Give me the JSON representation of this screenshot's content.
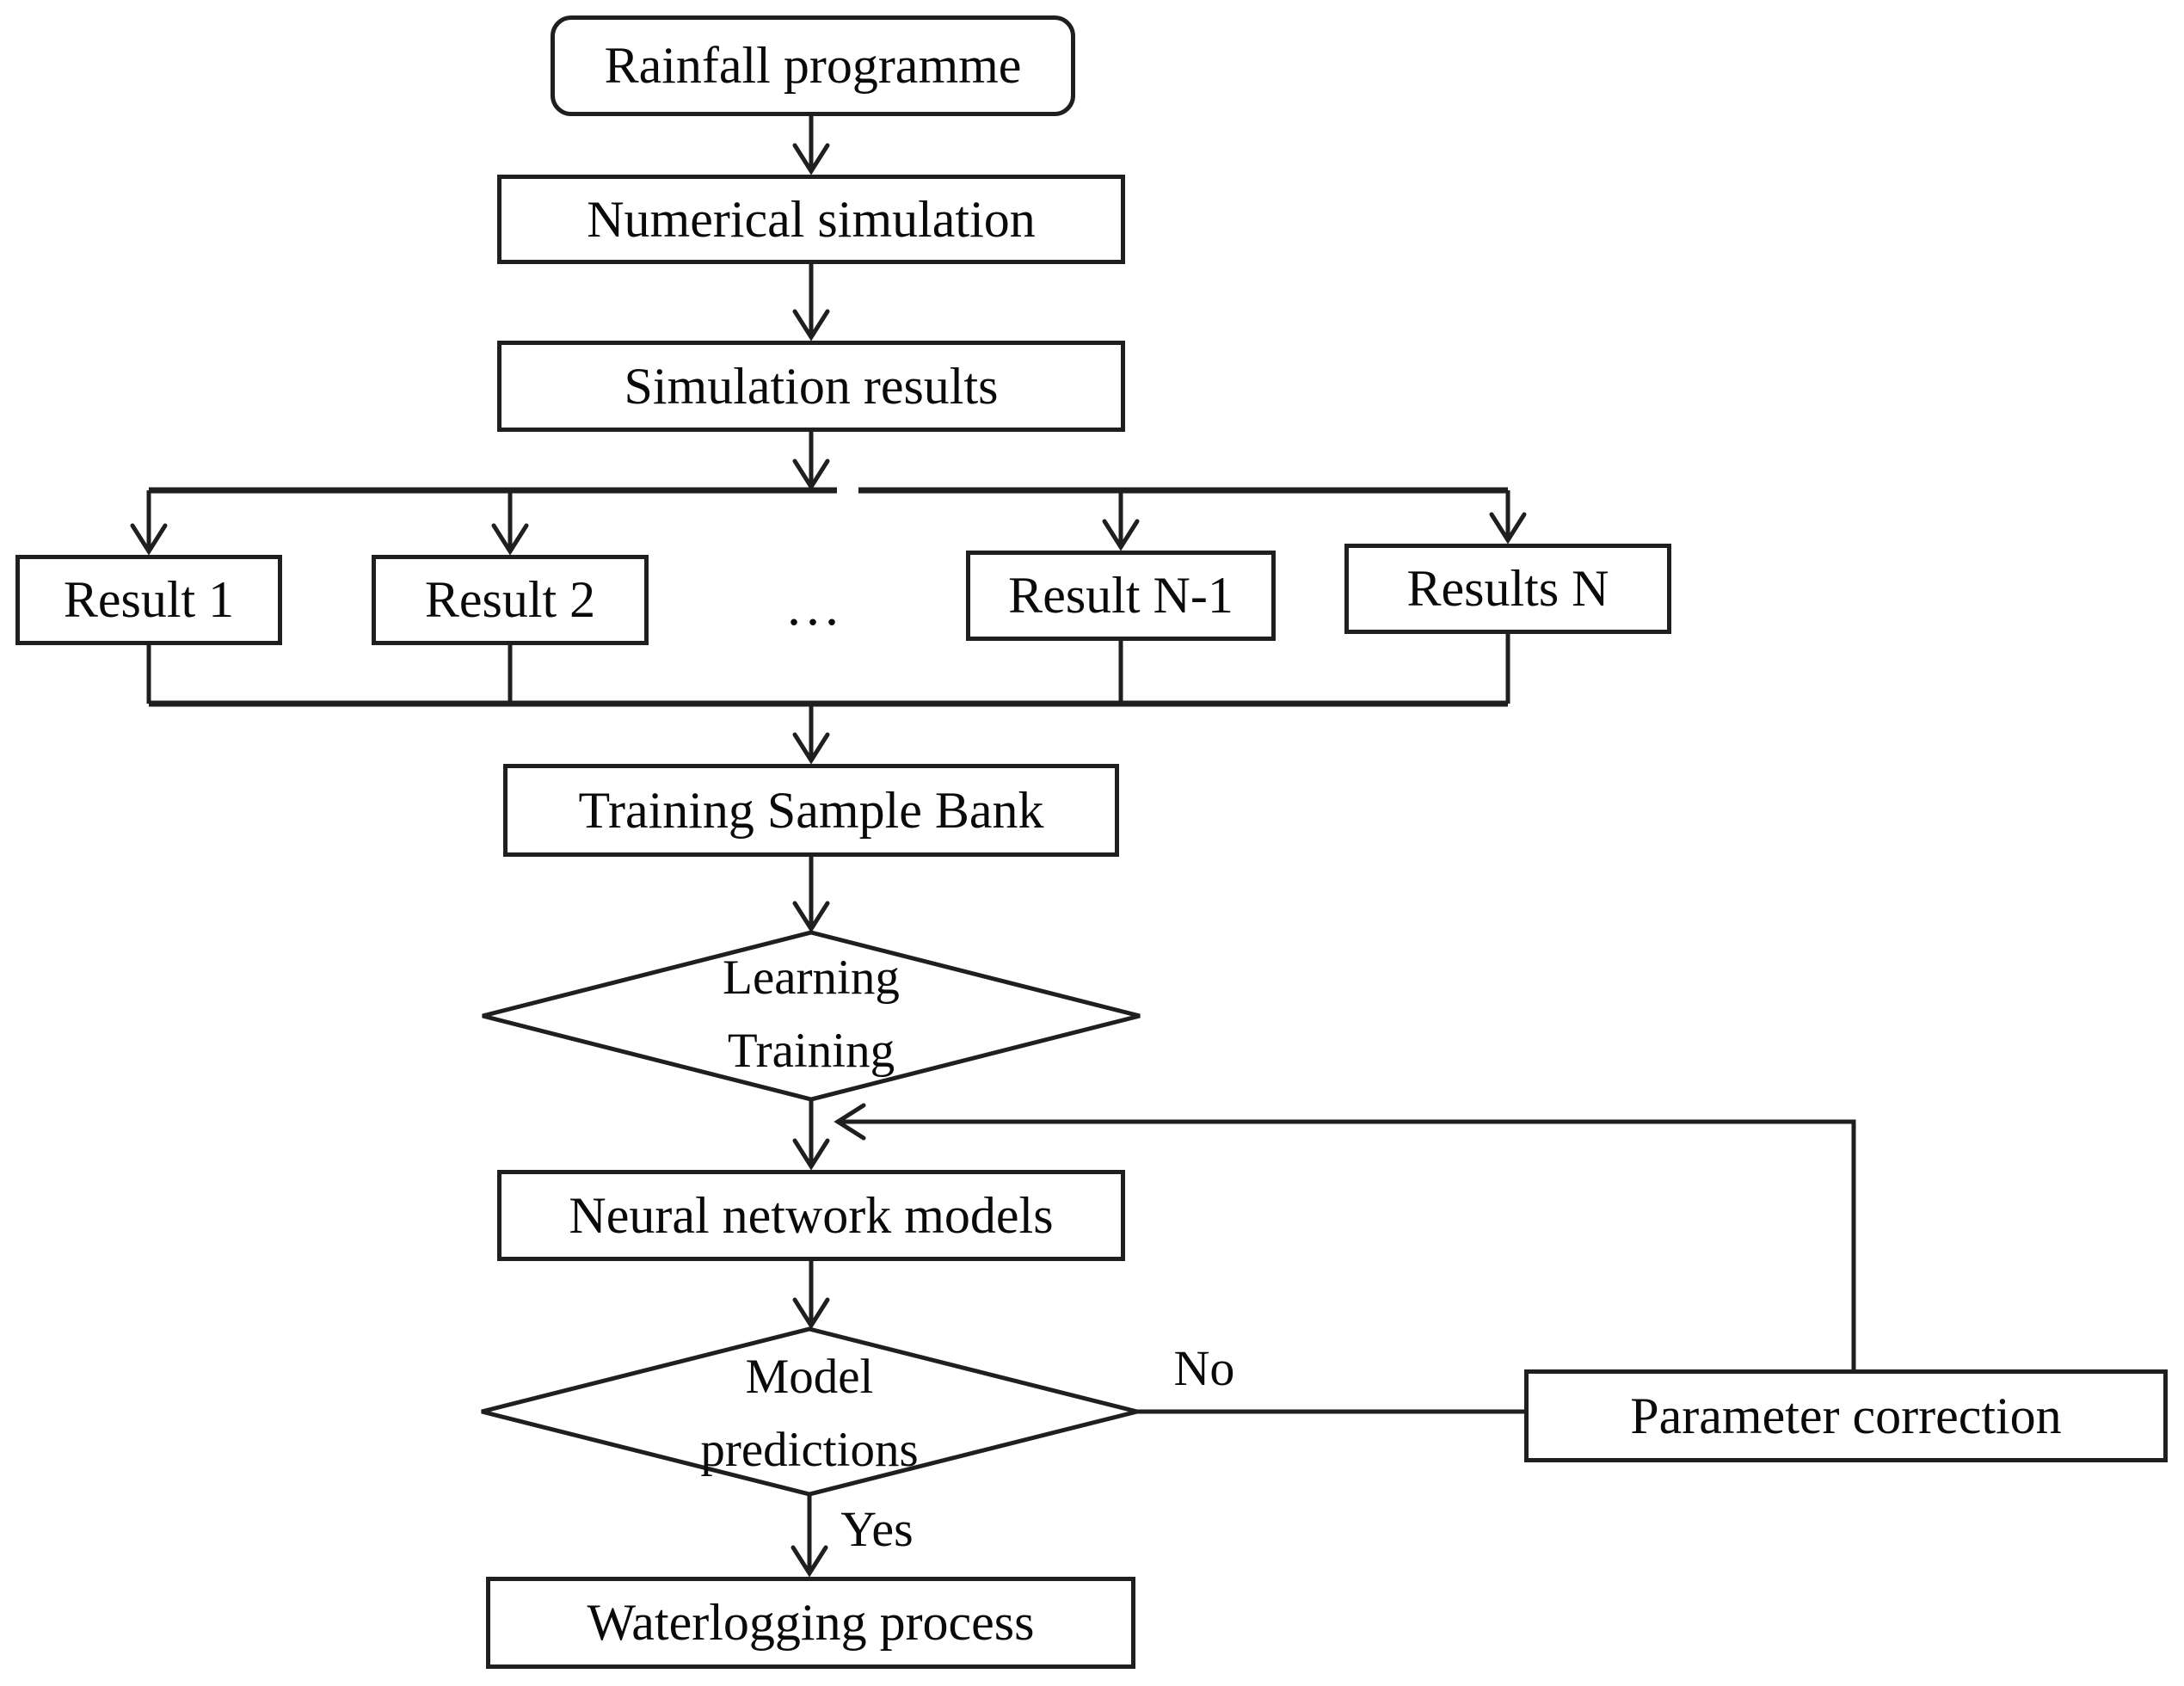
{
  "diagram": {
    "type": "flowchart",
    "colors": {
      "line": "#1f1f1f",
      "text": "#0a0a0a",
      "background": "#ffffff"
    },
    "nodes": {
      "rainfall": {
        "label": "Rainfall programme",
        "shape": "rounded-rect"
      },
      "numerical_simulation": {
        "label": "Numerical simulation",
        "shape": "rect"
      },
      "simulation_results": {
        "label": "Simulation results",
        "shape": "rect"
      },
      "result_1": {
        "label": "Result 1",
        "shape": "rect"
      },
      "result_2": {
        "label": "Result 2",
        "shape": "rect"
      },
      "ellipsis": {
        "label": "...",
        "shape": "text"
      },
      "result_n_minus_1": {
        "label": "Result N-1",
        "shape": "rect"
      },
      "result_n": {
        "label": "Results N",
        "shape": "rect"
      },
      "training_sample_bank": {
        "label": "Training Sample Bank",
        "shape": "rect"
      },
      "learning_training": {
        "line1": "Learning",
        "line2": "Training",
        "shape": "diamond"
      },
      "neural_network_models": {
        "label": "Neural network models",
        "shape": "rect"
      },
      "model_predictions": {
        "line1": "Model",
        "line2": "predictions",
        "shape": "diamond"
      },
      "parameter_correction": {
        "label": "Parameter correction",
        "shape": "rect"
      },
      "waterlogging_process": {
        "label": "Waterlogging process",
        "shape": "rect"
      }
    },
    "edge_labels": {
      "no": "No",
      "yes": "Yes"
    }
  }
}
